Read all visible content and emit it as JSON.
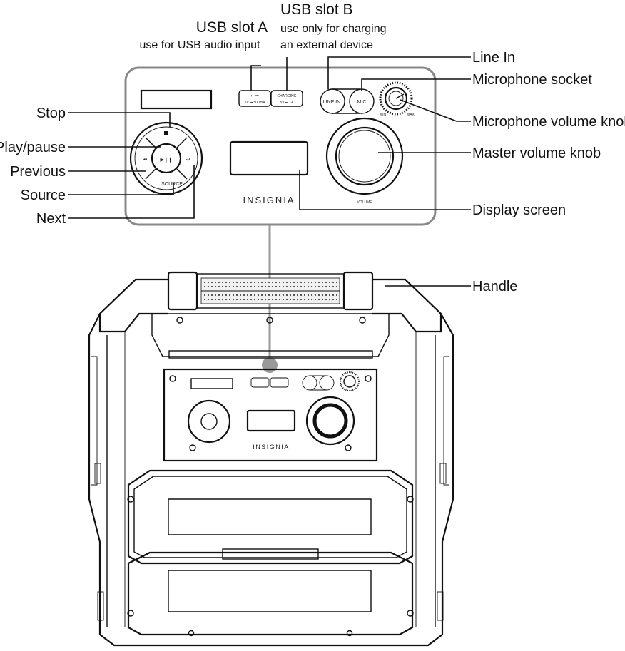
{
  "callouts": {
    "usb_a_title": "USB slot A",
    "usb_a_desc": "use for USB audio input",
    "usb_b_title": "USB slot B",
    "usb_b_desc_1": "use only for charging",
    "usb_b_desc_2": "an external device",
    "line_in": "Line In",
    "mic_socket": "Microphone socket",
    "mic_volume": "Microphone volume knob",
    "master_volume": "Master volume knob",
    "display": "Display screen",
    "handle": "Handle",
    "stop": "Stop",
    "play_pause": "Play/pause",
    "previous": "Previous",
    "source": "Source",
    "next": "Next"
  },
  "panel_text": {
    "usb_a_spec": "5V ⎓ 500mA",
    "charging_label": "CHARGING",
    "charging_spec": "5V ⎓ 1A",
    "line_in_jack": "LINE IN",
    "mic_jack": "MIC",
    "min": "MIN",
    "max": "MAX",
    "source_btn": "SOURCE",
    "volume": "VOLUME",
    "brand": "INSIGNIA"
  }
}
